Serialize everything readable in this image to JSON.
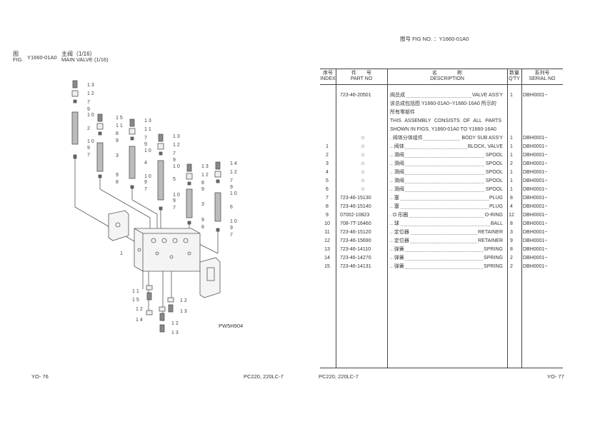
{
  "left_page": {
    "fig_label_cn": "图",
    "fig_label_en": "FIG.",
    "fig_number": "Y1660-01A0",
    "title_cn": "主阀（1/16）",
    "title_en": "MAIN VALVE (1/16)",
    "drawing_code": "PW5H904",
    "callouts": [
      "1",
      "2",
      "3",
      "4",
      "5",
      "6",
      "7",
      "8",
      "9",
      "10",
      "11",
      "12",
      "13",
      "14",
      "15"
    ],
    "footer_page": "YO- 76",
    "footer_model": "PC220, 220LC-7"
  },
  "right_page": {
    "fig_no_label": "图号 FIG NO. ：Y1660-01A0",
    "headers": {
      "index_cn": "序号",
      "index_en": "INDEX",
      "part_cn": "件　　号",
      "part_en": "PART NO",
      "desc_cn": "名　　　　称",
      "desc_en": "DESCRIPTION",
      "qty_cn": "数量",
      "qty_en": "Q'TY",
      "serial_cn": "系列号",
      "serial_en": "SERIAL NO"
    },
    "assembly": {
      "part_no": "723-46-20501",
      "desc_cn": "阀总成",
      "desc_en": "VALVE ASS'Y",
      "qty": "1",
      "serial": "DBH0001~",
      "note_cn_1": "该总成包括图 Y1660-01A0~Y1660-16A0 所示的",
      "note_cn_2": "所有零部件",
      "note_en_1": "THIS ASSEMBLY CONSISTS OF ALL PARTS",
      "note_en_2": "SHOWN IN FIGS. Y1660-01A0 TO Y1660-16A0"
    },
    "rows": [
      {
        "index": "",
        "part_no": "☆",
        "desc_cn": ". 阀体分体组件",
        "desc_en": "BODY SUB ASS'Y",
        "qty": "1",
        "serial": "DBH0001~"
      },
      {
        "index": "1",
        "part_no": "☆",
        "desc_cn": ".. 阀体",
        "desc_en": "BLOCK, VALVE",
        "qty": "1",
        "serial": "DBH0001~"
      },
      {
        "index": "2",
        "part_no": "☆",
        "desc_cn": ".. 滑阀",
        "desc_en": "SPOOL",
        "qty": "1",
        "serial": "DBH0001~"
      },
      {
        "index": "3",
        "part_no": "☆",
        "desc_cn": ".. 滑阀",
        "desc_en": "SPOOL",
        "qty": "2",
        "serial": "DBH0001~"
      },
      {
        "index": "4",
        "part_no": "☆",
        "desc_cn": ".. 滑阀",
        "desc_en": "SPOOL",
        "qty": "1",
        "serial": "DBH0001~"
      },
      {
        "index": "5",
        "part_no": "☆",
        "desc_cn": ".. 滑阀",
        "desc_en": "SPOOL",
        "qty": "1",
        "serial": "DBH0001~"
      },
      {
        "index": "6",
        "part_no": "☆",
        "desc_cn": ".. 滑阀",
        "desc_en": "SPOOL",
        "qty": "1",
        "serial": "DBH0001~"
      },
      {
        "index": "7",
        "part_no": "723-46-15130",
        "desc_cn": ".. 塞",
        "desc_en": "PLUG",
        "qty": "8",
        "serial": "DBH0001~"
      },
      {
        "index": "8",
        "part_no": "723-46-15140",
        "desc_cn": ".. 塞",
        "desc_en": "PLUG",
        "qty": "4",
        "serial": "DBH0001~"
      },
      {
        "index": "9",
        "part_no": "07002-10823",
        "desc_cn": ". O 形圈",
        "desc_en": "O-RING",
        "qty": "12",
        "serial": "DBH0001~"
      },
      {
        "index": "10",
        "part_no": "708-7T-16460",
        "desc_cn": ".. 球",
        "desc_en": "BALL",
        "qty": "8",
        "serial": "DBH0001~"
      },
      {
        "index": "11",
        "part_no": "723-46-15120",
        "desc_cn": ".. 定位器",
        "desc_en": "RETAINER",
        "qty": "3",
        "serial": "DBH0001~"
      },
      {
        "index": "12",
        "part_no": "723-46-15690",
        "desc_cn": ".. 定位器",
        "desc_en": "RETAINER",
        "qty": "9",
        "serial": "DBH0001~"
      },
      {
        "index": "13",
        "part_no": "723-46-14110",
        "desc_cn": ".. 弹簧",
        "desc_en": "SPRING",
        "qty": "8",
        "serial": "DBH0001~"
      },
      {
        "index": "14",
        "part_no": "723-46-14270",
        "desc_cn": ".. 弹簧",
        "desc_en": "SPRING",
        "qty": "2",
        "serial": "DBH0001~"
      },
      {
        "index": "15",
        "part_no": "723-46-14131",
        "desc_cn": ".. 弹簧",
        "desc_en": "SPRING",
        "qty": "2",
        "serial": "DBH0001~"
      }
    ],
    "footer_model": "PC220, 220LC-7",
    "footer_page": "YO- 77"
  }
}
